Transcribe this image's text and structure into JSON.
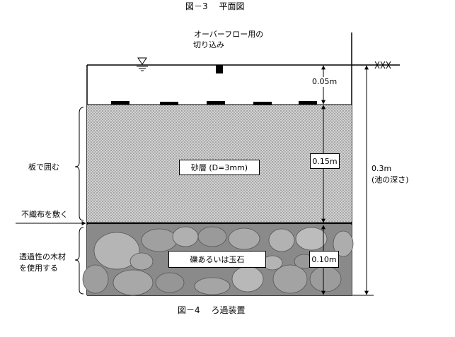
{
  "captions": {
    "top": "図－3　 平面図",
    "bottom": "図－4　 ろ過装置"
  },
  "overflow_label": {
    "line1": "オーバーフロー用の",
    "line2": "切り込み"
  },
  "dimensions": {
    "water_gap": "0.05m",
    "sand": "0.15m",
    "gravel": "0.10m",
    "depth_line1": "0.3m",
    "depth_line2": "(池の深さ)"
  },
  "layers": {
    "sand": "砂層 (D=3mm)",
    "gravel": "礫あるいは玉石"
  },
  "side_labels": {
    "board": "板で囲む",
    "cloth": "不織布を敷く",
    "wood_line1": "透過性の木材",
    "wood_line2": "を使用する"
  },
  "colors": {
    "sand": "#c9c9c9",
    "gravel": "#8a8a8a",
    "line": "#000000"
  }
}
